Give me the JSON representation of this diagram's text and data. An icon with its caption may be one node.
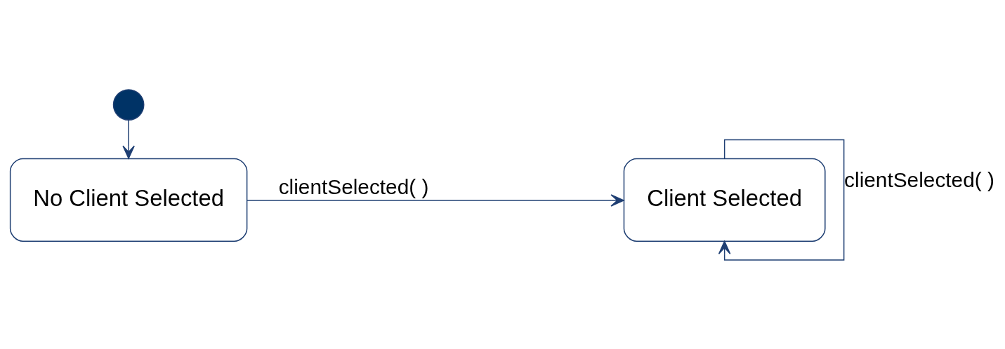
{
  "diagram": {
    "nodes": [
      {
        "text": [],
        "shape": "circle"
      },
      {
        "text": [
          "No Client Selected"
        ]
      },
      {
        "text": [
          "Client Selected"
        ]
      }
    ],
    "edges": [
      {
        "from": 0,
        "to": 1,
        "arrow": "to"
      },
      {
        "from": 1,
        "to": 2,
        "arrow": "to",
        "label": "clientSelected( )"
      },
      {
        "from": 2,
        "to": 2,
        "arrow": "to",
        "label": "clientSelected( )"
      }
    ]
  }
}
